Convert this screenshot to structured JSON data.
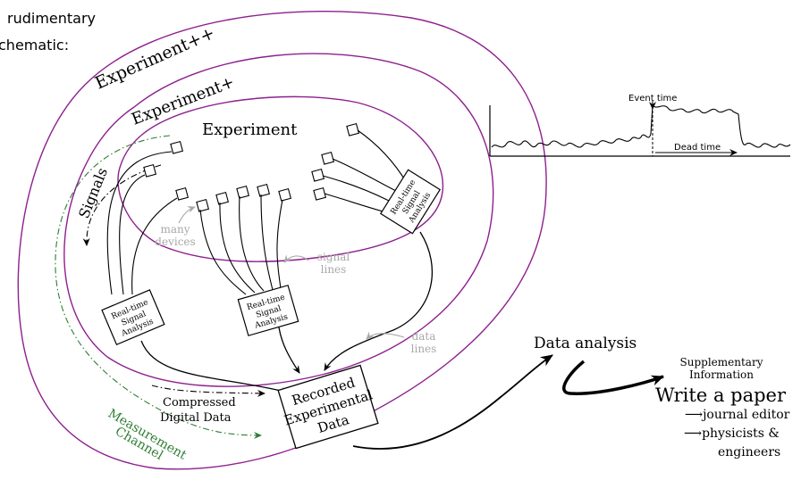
{
  "intro": {
    "line1": "rudimentary",
    "line2": "chematic:"
  },
  "regions": {
    "experiment_pp": "Experiment++",
    "experiment_p": "Experiment+",
    "experiment": "Experiment"
  },
  "signals_label": "Signals",
  "analysis_box": {
    "line1": "Real-time",
    "line2": "Signal",
    "line3": "Analysis"
  },
  "recorded_box": {
    "line1": "Recorded",
    "line2": "Experimental",
    "line3": "Data"
  },
  "notes": {
    "many_devices_1": "many",
    "many_devices_2": "devices",
    "signal_lines_1": "signal",
    "signal_lines_2": "lines",
    "data_lines_1": "data",
    "data_lines_2": "lines"
  },
  "compressed": {
    "line1": "Compressed",
    "line2": "Digital Data"
  },
  "measurement": {
    "line1": "Measurement",
    "line2": "Channel",
    "color": "#2e7d32"
  },
  "plot": {
    "event_time": "Event time",
    "dead_time": "Dead time"
  },
  "outputs": {
    "data_analysis": "Data analysis",
    "supplementary_1": "Supplementary",
    "supplementary_2": "Information",
    "write_paper": "Write a paper",
    "journal_editor": "⟶journal editor",
    "physicists": "⟶physicists &",
    "engineers": "engineers"
  },
  "colors": {
    "region_outline": "#8e1f8e",
    "note_gray": "#a8a8a8",
    "ink": "#000000"
  }
}
